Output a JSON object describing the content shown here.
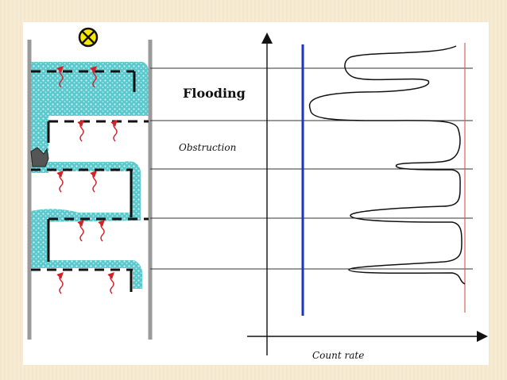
{
  "labels": {
    "flooding": "Flooding",
    "obstruction": "Obstruction",
    "axis": "Count rate"
  },
  "colors": {
    "liquid": "#4fc3c8",
    "column_wall": "#9a9a9a",
    "tray": "#111111",
    "vapor_arrow": "#d0242a",
    "baseline_blue": "#1a35c4",
    "reference_red": "#e06060",
    "source_marker": "#ffe800"
  },
  "icons": {
    "source_marker": "radiation-source-icon"
  }
}
